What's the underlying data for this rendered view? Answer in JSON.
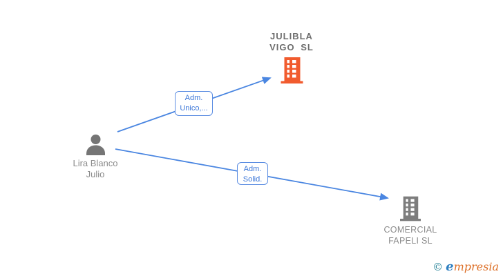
{
  "diagram": {
    "person": {
      "label_lines": [
        "Lira Blanco",
        "Julio"
      ]
    },
    "companies": [
      {
        "name_lines": [
          "JULIBLA",
          "VIGO SL"
        ]
      },
      {
        "name_lines": [
          "COMERCIAL",
          "FAPELI SL"
        ]
      }
    ],
    "edges": [
      {
        "label_lines": [
          "Adm.",
          "Unico,..."
        ]
      },
      {
        "label_lines": [
          "Adm.",
          "Solid."
        ]
      }
    ],
    "colors": {
      "edge_blue": "#4a86e1",
      "edge_label_text": "#3c77d8",
      "edge_label_border": "#5b8de2",
      "company_highlight_orange": "#f15b2e",
      "company_gray": "#7d7d7d",
      "person_gray": "#757575",
      "person_label_text": "#8b8b8b",
      "company_highlight_label_text": "#6e6e6e",
      "company_label_text": "#8b8b8b"
    }
  },
  "footer": {
    "copyright_symbol": "©",
    "brand_first_letter": "e",
    "brand_rest": "mpresia",
    "copyright_color": "#1f7f95",
    "brand_first_color": "#2e7fc0",
    "brand_rest_color": "#dd6f27"
  }
}
